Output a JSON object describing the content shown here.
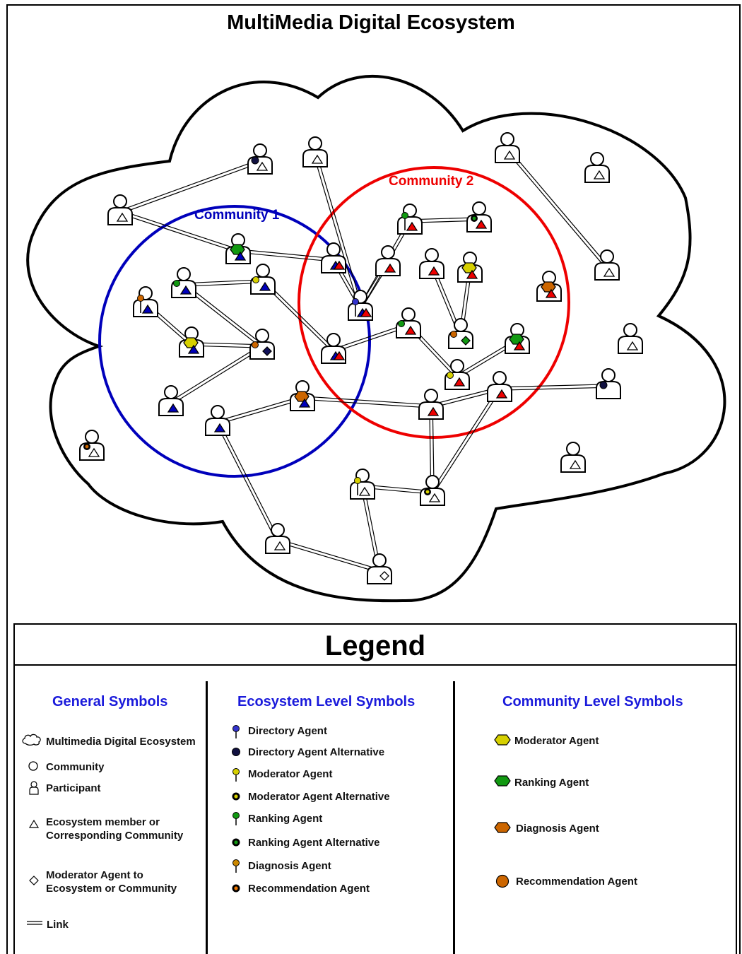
{
  "title": "MultiMedia Digital Ecosystem",
  "communities": [
    {
      "label": "Community 1",
      "color": "#0000bb"
    },
    {
      "label": "Community 2",
      "color": "#ee0000"
    }
  ],
  "legend": {
    "title": "Legend",
    "general": {
      "heading": "General Symbols",
      "items": [
        {
          "icon": "cloud-icon",
          "label": "Multimedia Digital Ecosystem"
        },
        {
          "icon": "circle-icon",
          "label": "Community"
        },
        {
          "icon": "person-icon",
          "label": "Participant"
        },
        {
          "icon": "triangle-icon",
          "label": "Ecosystem member or",
          "label2": "Corresponding Community"
        },
        {
          "icon": "diamond-icon",
          "label": "Moderator Agent to",
          "label2": "Ecosystem or Community"
        },
        {
          "icon": "link-icon",
          "label": "Link"
        }
      ]
    },
    "ecosystem": {
      "heading": "Ecosystem Level Symbols",
      "items": [
        {
          "icon": "blue-pin-icon",
          "label": "Directory Agent"
        },
        {
          "icon": "navy-dot-icon",
          "label": "Directory Agent  Alternative"
        },
        {
          "icon": "yellow-pin-icon",
          "label": "Moderator Agent"
        },
        {
          "icon": "yellow-dot-icon",
          "label": "Moderator Agent Alternative"
        },
        {
          "icon": "green-pin-icon",
          "label": "Ranking Agent"
        },
        {
          "icon": "green-dot-icon",
          "label": "Ranking Agent Alternative"
        },
        {
          "icon": "orange-pin-icon",
          "label": "Diagnosis Agent"
        },
        {
          "icon": "orange-dot-icon",
          "label": "Recommendation Agent"
        }
      ]
    },
    "community": {
      "heading": "Community Level Symbols",
      "items": [
        {
          "icon": "yellow-hexagon-icon",
          "label": "Moderator Agent"
        },
        {
          "icon": "green-hexagon-icon",
          "label": "Ranking Agent"
        },
        {
          "icon": "orange-hexagon-icon",
          "label": "Diagnosis Agent"
        },
        {
          "icon": "orange-circle-icon",
          "label": "Recommendation Agent"
        }
      ]
    }
  },
  "colors": {
    "community1": "#0000bb",
    "community2": "#ee0000",
    "directory": "#3333cc",
    "directory_dark": "#101040",
    "moderator": "#d6d000",
    "ranking": "#119911",
    "diagnosis": "#cc6600",
    "heading": "#1a1adb"
  }
}
